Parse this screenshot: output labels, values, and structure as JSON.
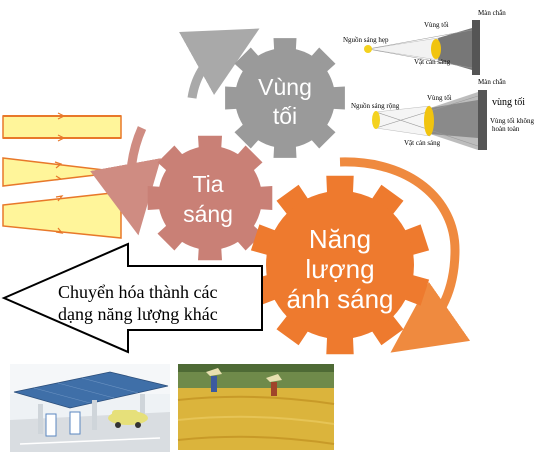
{
  "colors": {
    "gray_gear": "#9a9a9a",
    "rose_gear": "#c98076",
    "orange_gear": "#ee7a2e",
    "gray_arrow": "#a9a9a9",
    "rose_arrow": "#cf8c82",
    "orange_arrow": "#ef8a3f",
    "ray_fill": "#fff59a",
    "ray_stroke": "#e8782a"
  },
  "gears": {
    "dark_zone": {
      "line1": "Vùng",
      "line2": "tối"
    },
    "light_ray": {
      "line1": "Tia",
      "line2": "sáng"
    },
    "light_energy": {
      "line1": "Năng",
      "line2": "lượng",
      "line3": "ánh sáng"
    }
  },
  "conversion_arrow": {
    "line1": "Chuyển hóa thành các",
    "line2": "dạng năng lượng khác"
  },
  "shadow_diagram_top": {
    "screen": "Màn chắn",
    "source": "Nguồn sáng hẹp",
    "dark_zone": "Vùng tối",
    "obstacle": "Vật cản sáng"
  },
  "shadow_diagram_bottom": {
    "screen": "Màn chắn",
    "source": "Nguồn sáng rộng",
    "dark_zone_inner": "Vùng tối",
    "dark_zone_label": "vùng tối",
    "partial_zone_line1": "Vùng tối không",
    "partial_zone_line2": "hoàn toàn",
    "obstacle": "Vật cản sáng"
  },
  "photos": {
    "solar_station": "solar-station-photo",
    "rice_drying": "rice-drying-photo"
  }
}
